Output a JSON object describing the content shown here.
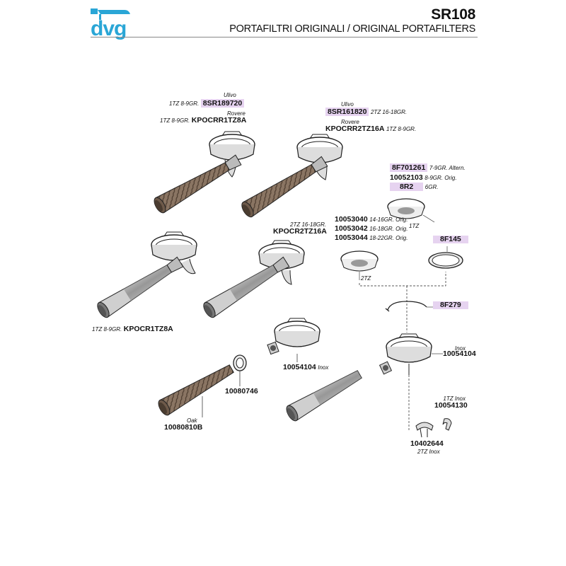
{
  "header": {
    "brand": "dvg",
    "model": "SR108",
    "title": "PORTAFILTRI ORIGINALI / ORIGINAL PORTAFILTERS"
  },
  "colors": {
    "brand": "#2aa6d6",
    "highlight": "#e6d3f0",
    "wood": "#6e5a4a",
    "line": "#222222"
  },
  "parts": {
    "p1": {
      "note1": "Ulivo",
      "spec1": "1TZ 8-9GR.",
      "code1": "8SR189720",
      "note2": "Rovere",
      "spec2": "1TZ 8-9GR.",
      "code2": "KPOCRR1TZ8A"
    },
    "p2": {
      "note1": "Ulivo",
      "code1": "8SR161820",
      "spec1": "2TZ 16-18GR.",
      "note2": "Rovere",
      "code2": "KPOCRR2TZ16A",
      "spec2": "1TZ 8-9GR."
    },
    "p3": {
      "spec": "2TZ 16-18GR.",
      "code": "KPOCR2TZ16A"
    },
    "p4": {
      "spec": "1TZ 8-9GR.",
      "code": "KPOCR1TZ8A"
    },
    "filters": {
      "f1": {
        "code": "8F701261",
        "spec": "7-9GR. Altern."
      },
      "f2": {
        "code": "10052103",
        "spec": "8-9GR. Orig."
      },
      "f3": {
        "code": "8R2",
        "spec": "6GR."
      },
      "f1tz": "1TZ",
      "f4": {
        "code": "10053040",
        "spec": "14-16GR. Orig."
      },
      "f5": {
        "code": "10053042",
        "spec": "16-18GR. Orig."
      },
      "f6": {
        "code": "10053044",
        "spec": "18-22GR. Orig."
      },
      "f2tz": "2TZ",
      "gasket": "8F145",
      "spring": "8F279"
    },
    "body1": {
      "code": "10054104",
      "note": "Inox"
    },
    "ring": {
      "code": "10080746"
    },
    "handle": {
      "note": "Oak",
      "code": "10080810B"
    },
    "body2": {
      "note": "Inox",
      "code": "10054104"
    },
    "spout1": {
      "note": "1TZ Inox",
      "code": "10054130"
    },
    "spout2": {
      "code": "10402644",
      "note": "2TZ Inox"
    }
  }
}
